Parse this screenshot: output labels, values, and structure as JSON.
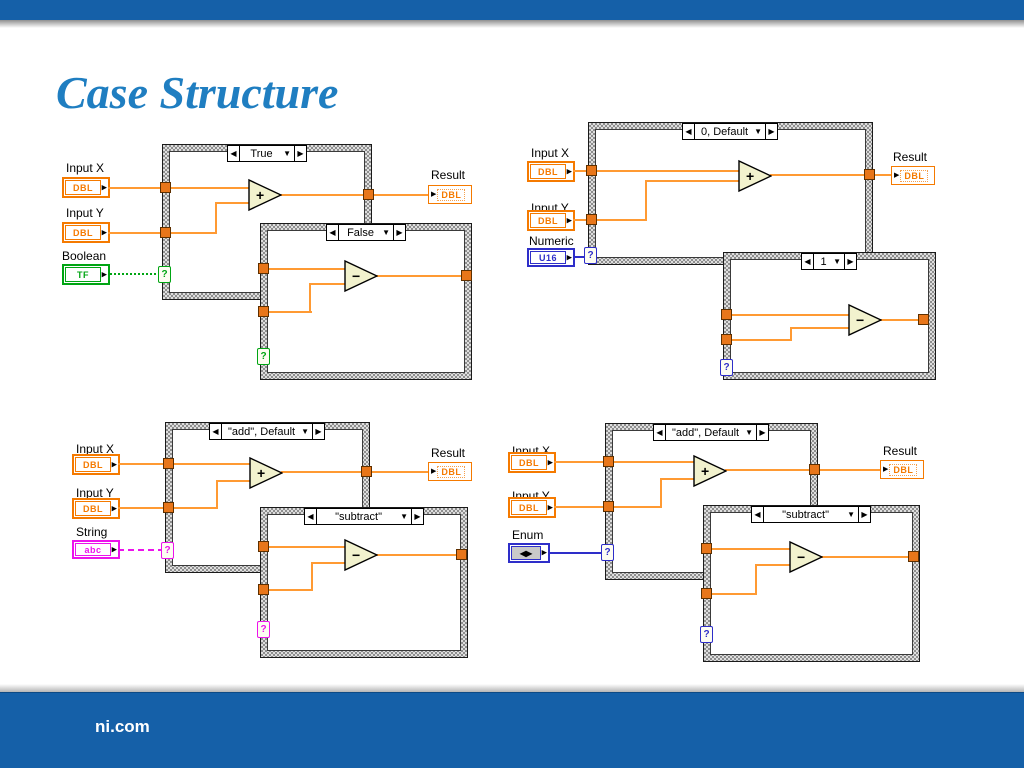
{
  "slide": {
    "title": "Case Structure",
    "footer": "ni.com"
  },
  "colors": {
    "header_bar": "#1560A8",
    "title_text": "#1F7EC1",
    "wire_orange": "#FF9A33",
    "terminal_orange": "#F57A00",
    "boolean_green": "#00A513",
    "integer_blue": "#2E2EC9",
    "string_magenta": "#EC13EC",
    "node_fill": "#F2F2CE",
    "frame_gray": "#8E8E8E"
  },
  "glyphs": {
    "prev": "◀",
    "next": "▶",
    "dropdown": "▼",
    "add": "+",
    "subtract": "−",
    "question": "?",
    "out_arrow": "▶",
    "enum_sel": "◀▶"
  },
  "labels": {
    "input_x": "Input X",
    "input_y": "Input Y",
    "result": "Result"
  },
  "types": {
    "dbl": "DBL",
    "tf": "TF",
    "u16": "U16",
    "string": "abc"
  },
  "diagrams": {
    "boolean": {
      "selector_label": "Boolean",
      "case_main": "True",
      "case_overlay": "False"
    },
    "numeric": {
      "selector_label": "Numeric",
      "case_main": "0, Default",
      "case_overlay": "1"
    },
    "string": {
      "selector_label": "String",
      "case_main": "\"add\", Default",
      "case_overlay": "\"subtract\""
    },
    "enum": {
      "selector_label": "Enum",
      "case_main": "\"add\", Default",
      "case_overlay": "\"subtract\""
    }
  }
}
